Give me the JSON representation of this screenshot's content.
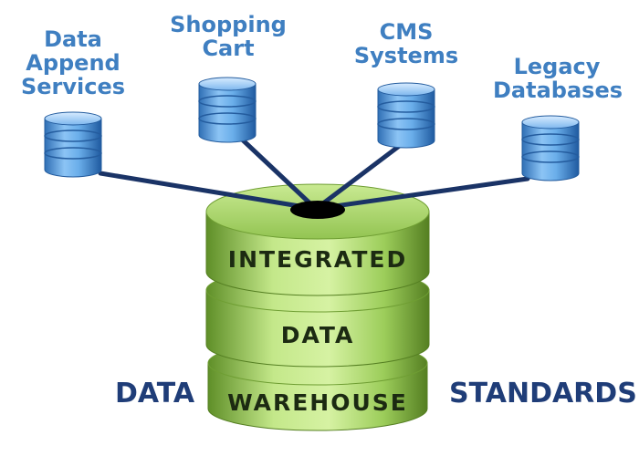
{
  "sources": [
    {
      "id": "data-append-services",
      "label": "Data\nAppend\nServices",
      "icon": "database-icon"
    },
    {
      "id": "shopping-cart",
      "label": "Shopping\nCart",
      "icon": "database-icon"
    },
    {
      "id": "cms-systems",
      "label": "CMS\nSystems",
      "icon": "database-icon"
    },
    {
      "id": "legacy-databases",
      "label": "Legacy\nDatabases",
      "icon": "database-icon"
    }
  ],
  "warehouse": {
    "tiers": [
      "INTEGRATED",
      "DATA",
      "WAREHOUSE"
    ],
    "left_label": "DATA",
    "right_label": "STANDARDS"
  },
  "colors": {
    "source_label": "#3f7fc1",
    "side_label": "#1f3d78",
    "connector": "#1a3366",
    "blue_db": "#5a9fe0",
    "green_db": "#a9d46a"
  }
}
